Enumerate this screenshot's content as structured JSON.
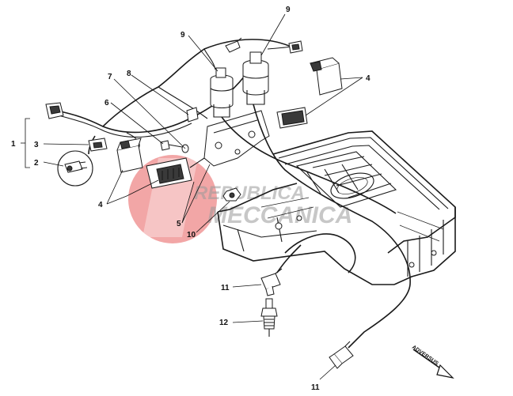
{
  "callouts": {
    "c1": "1",
    "c2": "2",
    "c3": "3",
    "c4a": "4",
    "c4b": "4",
    "c5": "5",
    "c6": "6",
    "c7": "7",
    "c8": "8",
    "c9a": "9",
    "c9b": "9",
    "c10": "10",
    "c11a": "11",
    "c11b": "11",
    "c12": "12"
  },
  "watermark": {
    "line1": "REPUBLICA",
    "line2": "MECCANICA",
    "color": "#e23a3a"
  },
  "direction_arrow": {
    "label": "ADVERSUS"
  }
}
